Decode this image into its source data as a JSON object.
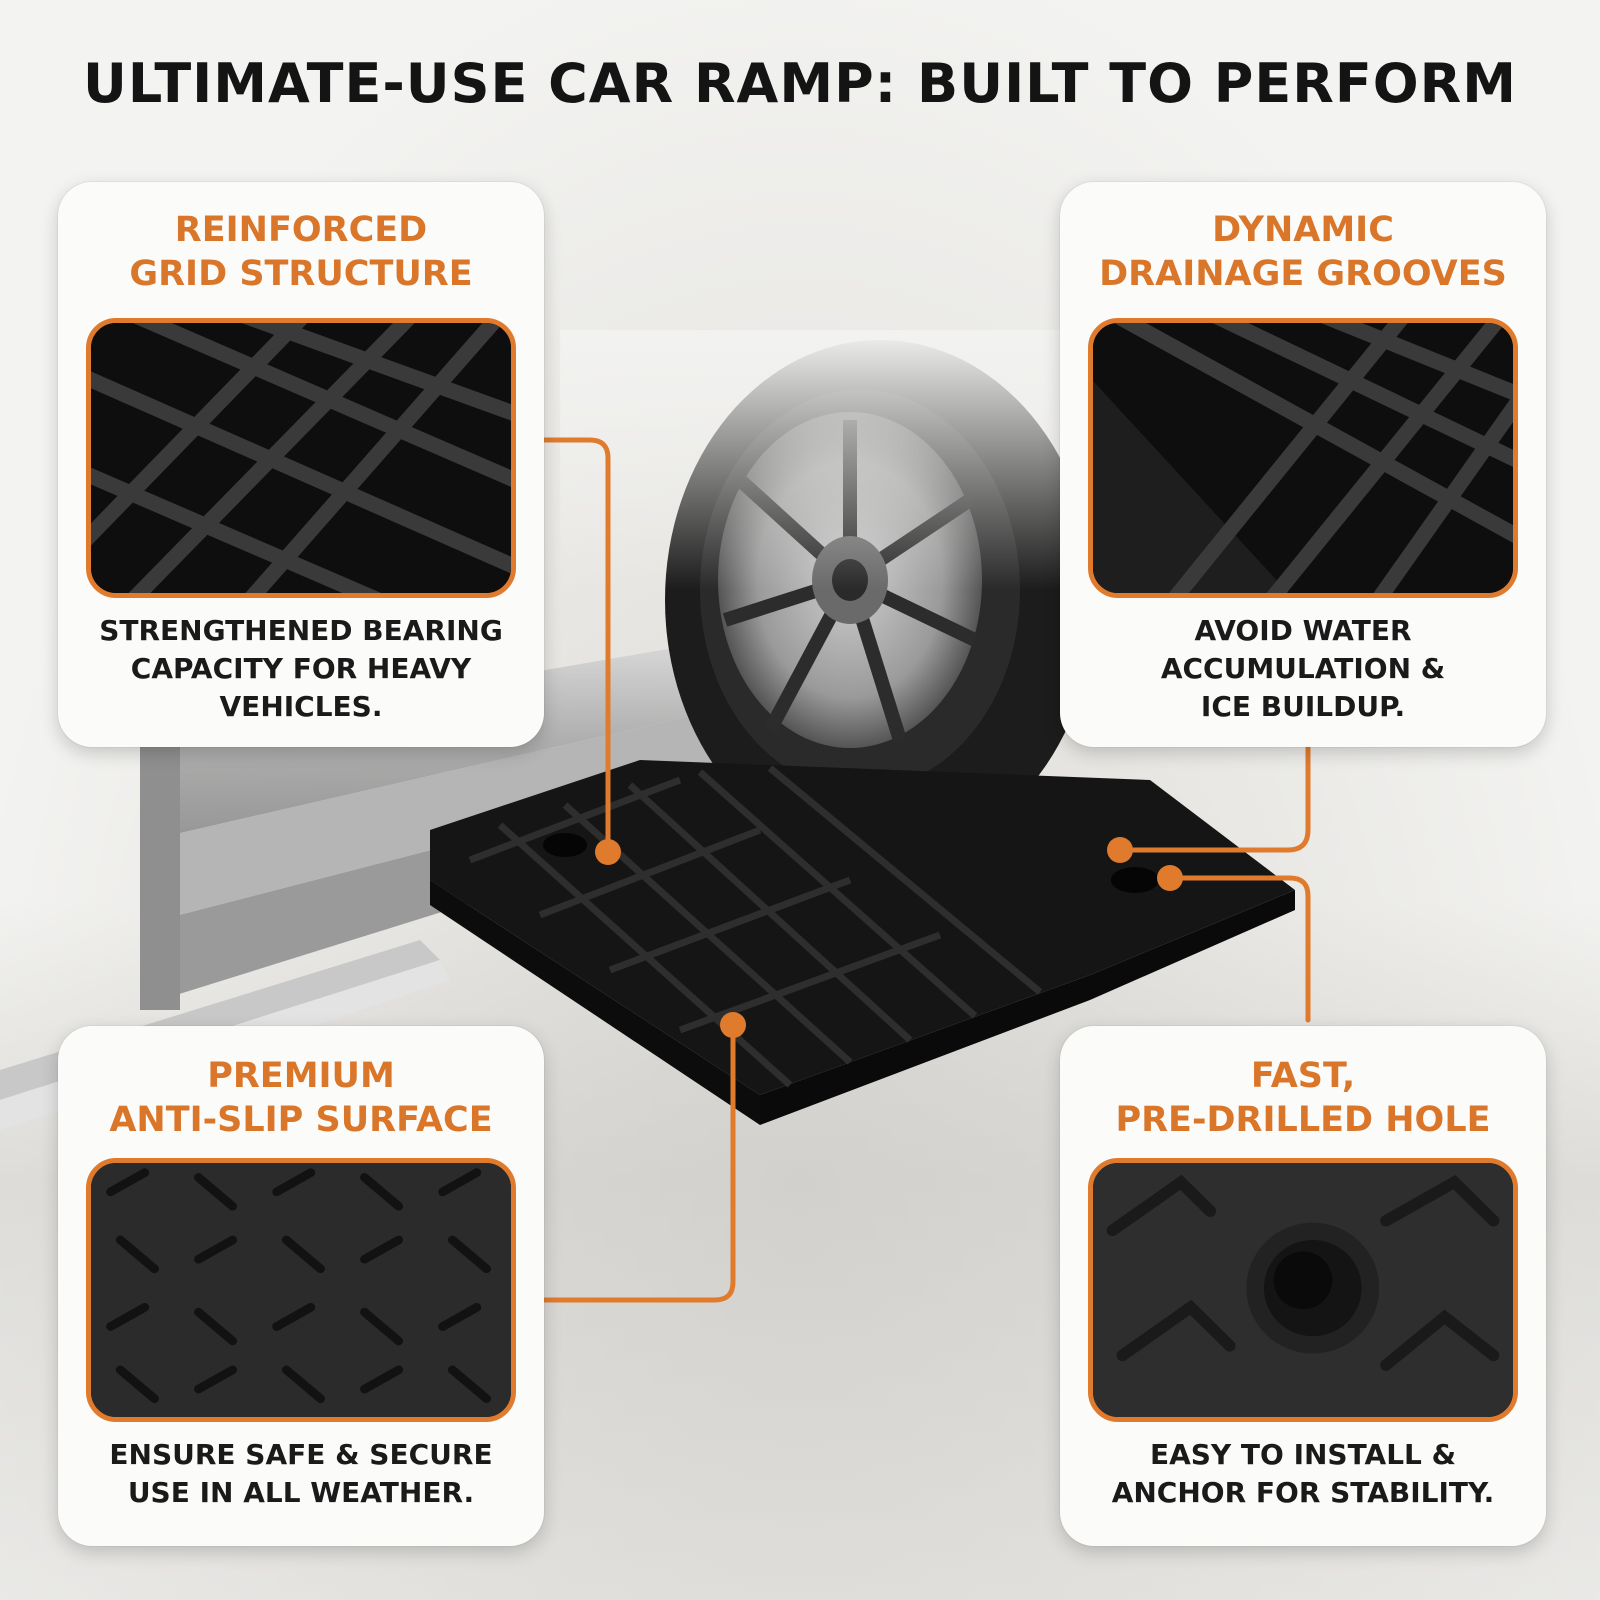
{
  "title": "ULTIMATE-USE CAR RAMP: BUILT TO PERFORM",
  "colors": {
    "accent": "#e07b2e",
    "heading": "#d9762a",
    "text": "#1a1a1a",
    "ramp": "#161616"
  },
  "features": [
    {
      "heading": [
        "REINFORCED",
        "GRID STRUCTURE"
      ],
      "caption": [
        "STRENGTHENED BEARING",
        "CAPACITY FOR HEAVY",
        "VEHICLES."
      ]
    },
    {
      "heading": [
        "DYNAMIC",
        "DRAINAGE GROOVES"
      ],
      "caption": [
        "AVOID WATER",
        "ACCUMULATION &",
        "ICE BUILDUP."
      ]
    },
    {
      "heading": [
        "PREMIUM",
        "ANTI-SLIP SURFACE"
      ],
      "caption": [
        "ENSURE SAFE & SECURE",
        "USE IN ALL WEATHER."
      ]
    },
    {
      "heading": [
        "FAST,",
        "PRE-DRILLED HOLE"
      ],
      "caption": [
        "EASY TO INSTALL &",
        "ANCHOR FOR STABILITY."
      ]
    }
  ]
}
